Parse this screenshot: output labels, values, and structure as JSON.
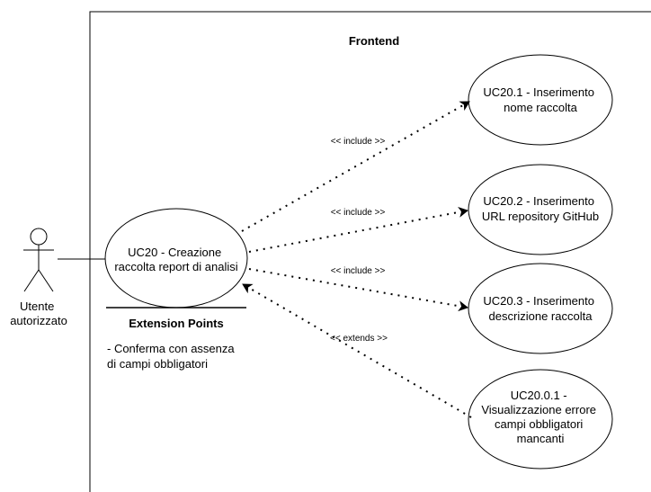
{
  "system": {
    "title": "Frontend"
  },
  "actor": {
    "label_lines": [
      "Utente",
      "autorizzato"
    ]
  },
  "use_cases": {
    "main": [
      "UC20 - Creazione",
      "raccolta report di analisi"
    ],
    "uc1": [
      "UC20.1 - Inserimento",
      "nome raccolta"
    ],
    "uc2": [
      "UC20.2 - Inserimento",
      "URL repository GitHub"
    ],
    "uc3": [
      "UC20.3 - Inserimento",
      "descrizione raccolta"
    ],
    "uc4": [
      "UC20.0.1 -",
      "Visualizzazione errore",
      "campi obbligatori",
      "mancanti"
    ]
  },
  "relations": {
    "include1": "<< include >>",
    "include2": "<< include >>",
    "include3": "<< include >>",
    "extend1": "<< extends >>"
  },
  "extension_points": {
    "title": "Extension Points",
    "items": [
      "- Conferma con assenza",
      "di campi obbligatori"
    ]
  }
}
